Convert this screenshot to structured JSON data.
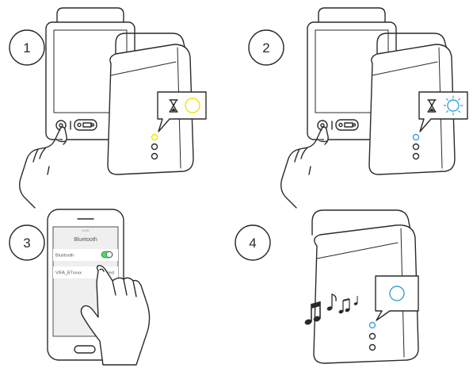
{
  "steps": [
    {
      "number": "1"
    },
    {
      "number": "2"
    },
    {
      "number": "3"
    },
    {
      "number": "4"
    }
  ],
  "phone": {
    "status_bar": "12:00",
    "title": "Bluetooth",
    "setting_label": "Bluetooth",
    "device_name": "VIFA_BTxxxx",
    "device_status": "Paired"
  },
  "colors": {
    "line": "#2a2a2a",
    "indicator_yellow": "#f2e200",
    "indicator_blue": "#3ba3d8",
    "toggle_green": "#4cd964",
    "screen_bg": "#efefef"
  },
  "icons": {
    "hourglass": "hourglass-icon",
    "led_on": "led-ring-icon",
    "led_blinking": "blinking-led-icon",
    "music": "music-notes-icon"
  }
}
